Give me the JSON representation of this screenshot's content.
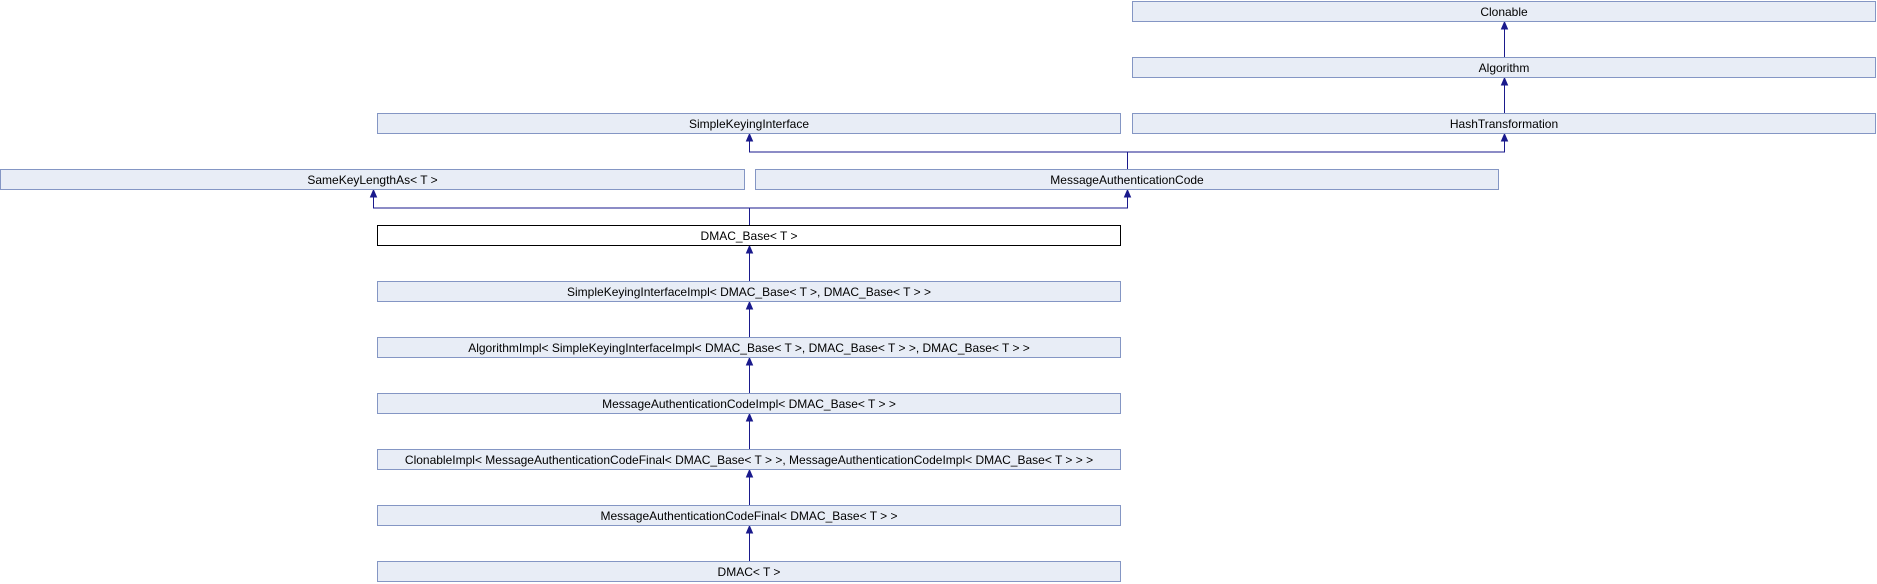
{
  "diagram": {
    "type": "inheritance-graph",
    "colors": {
      "node_fill": "#e8edf6",
      "node_border": "#8496c4",
      "current_fill": "#ffffff",
      "current_border": "#000000",
      "edge": "#1a1a8c"
    },
    "nodes": {
      "clonable": "Clonable",
      "algorithm": "Algorithm",
      "simple_keying_interface": "SimpleKeyingInterface",
      "hash_transformation": "HashTransformation",
      "same_key_length_as": "SameKeyLengthAs< T >",
      "message_authentication_code": "MessageAuthenticationCode",
      "dmac_base": "DMAC_Base< T >",
      "simple_keying_interface_impl": "SimpleKeyingInterfaceImpl< DMAC_Base< T >, DMAC_Base< T > >",
      "algorithm_impl": "AlgorithmImpl< SimpleKeyingInterfaceImpl< DMAC_Base< T >, DMAC_Base< T > >, DMAC_Base< T > >",
      "message_authentication_code_impl": "MessageAuthenticationCodeImpl< DMAC_Base< T > >",
      "clonable_impl": "ClonableImpl< MessageAuthenticationCodeFinal< DMAC_Base< T > >, MessageAuthenticationCodeImpl< DMAC_Base< T > > >",
      "message_authentication_code_final": "MessageAuthenticationCodeFinal< DMAC_Base< T > >",
      "dmac": "DMAC< T >"
    },
    "edges": [
      {
        "from": "algorithm",
        "to": "clonable"
      },
      {
        "from": "hash_transformation",
        "to": "algorithm"
      },
      {
        "from": "message_authentication_code",
        "to": "simple_keying_interface"
      },
      {
        "from": "message_authentication_code",
        "to": "hash_transformation"
      },
      {
        "from": "dmac_base",
        "to": "same_key_length_as"
      },
      {
        "from": "dmac_base",
        "to": "message_authentication_code"
      },
      {
        "from": "simple_keying_interface_impl",
        "to": "dmac_base"
      },
      {
        "from": "algorithm_impl",
        "to": "simple_keying_interface_impl"
      },
      {
        "from": "message_authentication_code_impl",
        "to": "algorithm_impl"
      },
      {
        "from": "clonable_impl",
        "to": "message_authentication_code_impl"
      },
      {
        "from": "message_authentication_code_final",
        "to": "clonable_impl"
      },
      {
        "from": "dmac",
        "to": "message_authentication_code_final"
      }
    ]
  }
}
